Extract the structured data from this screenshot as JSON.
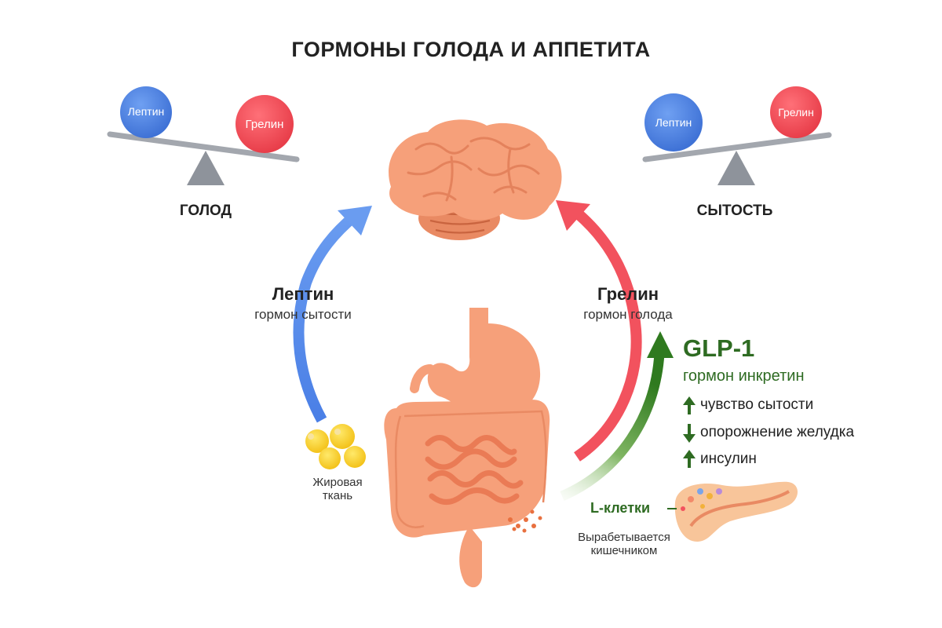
{
  "title": "ГОРМОНЫ ГОЛОДА И АППЕТИТА",
  "left_scale": {
    "ball_left": "Лептин",
    "ball_right": "Грелин",
    "caption": "ГОЛОД"
  },
  "right_scale": {
    "ball_left": "Лептин",
    "ball_right": "Грелин",
    "caption": "СЫТОСТЬ"
  },
  "leptin": {
    "name": "Лептин",
    "subtitle": "гормон сытости"
  },
  "ghrelin": {
    "name": "Грелин",
    "subtitle": "гормон голода"
  },
  "glp1": {
    "name": "GLP-1",
    "subtitle": "гормон инкретин",
    "effects": [
      {
        "direction": "up",
        "text": "чувство сытости"
      },
      {
        "direction": "down",
        "text": "опорожнение желудка"
      },
      {
        "direction": "up",
        "text": "инсулин"
      }
    ]
  },
  "fat_tissue": {
    "line1": "Жировая",
    "line2": "ткань"
  },
  "l_cells": {
    "label": "L-клетки",
    "note_line1": "Вырабетывается",
    "note_line2": "кишечником"
  },
  "colors": {
    "leptin_blue": "#4f86e8",
    "ghrelin_red": "#f2525e",
    "glp_green": "#3f8a2a",
    "organ_orange": "#f6a07a",
    "scale_gray": "#9a9ea6"
  }
}
